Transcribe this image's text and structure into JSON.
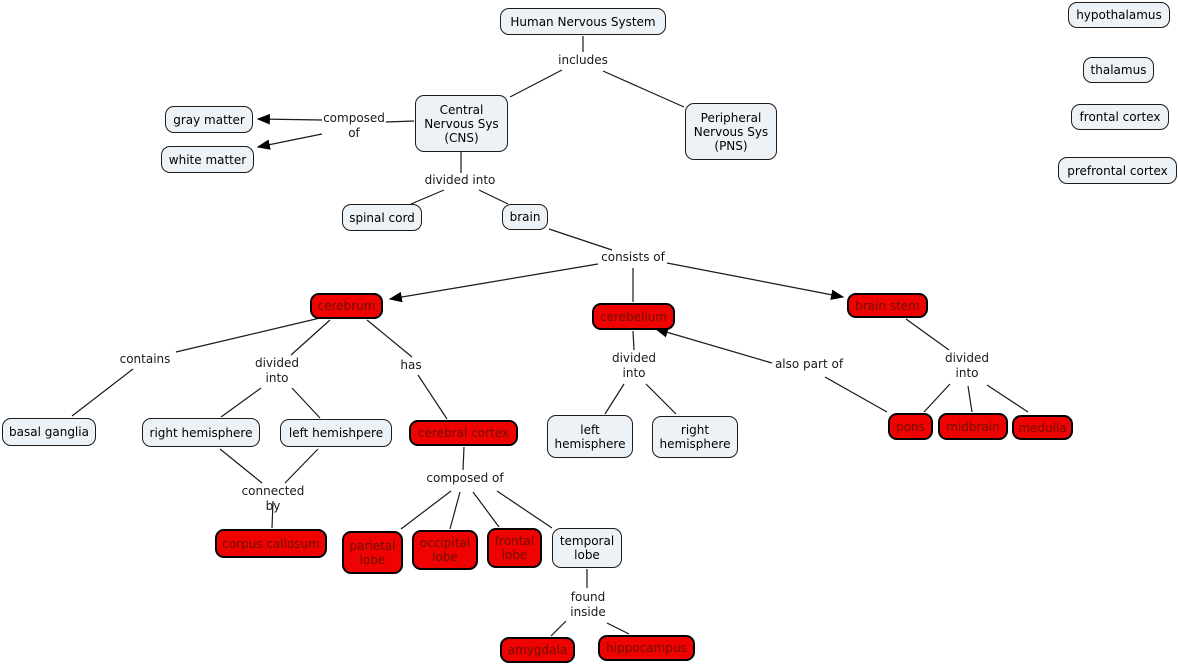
{
  "diagram_title": "Human Nervous System",
  "colors": {
    "node_fill": "#edf2f7",
    "node_border": "#1c1c1c",
    "node_text": "#000000",
    "red_fill": "#ee0202",
    "red_border": "#000000",
    "red_text": "#701000",
    "label_text": "#1a1a1a",
    "edge": "#1a1a1a",
    "background": "#ffffff"
  },
  "nodes": {
    "hns": "Human Nervous System",
    "hypothalamus": "hypothalamus",
    "thalamus": "thalamus",
    "frontal_cortex": "frontal cortex",
    "prefrontal_cortex": "prefrontal cortex",
    "cns": "Central\nNervous Sys\n(CNS)",
    "pns": "Peripheral\nNervous Sys\n(PNS)",
    "gray_matter": "gray matter",
    "white_matter": "white matter",
    "spinal_cord": "spinal cord",
    "brain": "brain",
    "basal_ganglia": "basal ganglia",
    "right_hemisphere": "right hemisphere",
    "left_hemishpere": "left hemishpere",
    "cb_left_hemisphere": "left\nhemisphere",
    "cb_right_hemisphere": "right\nhemisphere",
    "temporal_lobe": "temporal\nlobe",
    "cerebrum": "cerebrum",
    "cerebellum": "cerebellum",
    "brain_stem": "brain stem",
    "cerebral_cortex": "cerebral cortex",
    "corpus_callosum": "corpus callosum",
    "parietal_lobe": "parietal\nlobe",
    "occipital_lobe": "occipital\nlobe",
    "frontal_lobe": "frontal\nlobe",
    "pons": "pons",
    "midbrain": "midbrain",
    "medulla": "medulla",
    "amygdala": "amygdala",
    "hippocampus": "hippocampus"
  },
  "link_labels": {
    "includes": "includes",
    "composed_of_cns": "composed\nof",
    "divided_into_cns": "divided into",
    "consists_of": "consists of",
    "contains": "contains",
    "divided_into_cerebrum": "divided\ninto",
    "has": "has",
    "connected_by": "connected by",
    "composed_of_cortex": "composed of",
    "divided_into_cerebellum": "divided\ninto",
    "also_part_of": "also part of",
    "divided_into_brainstem": "divided\ninto",
    "found_inside": "found\ninside"
  }
}
